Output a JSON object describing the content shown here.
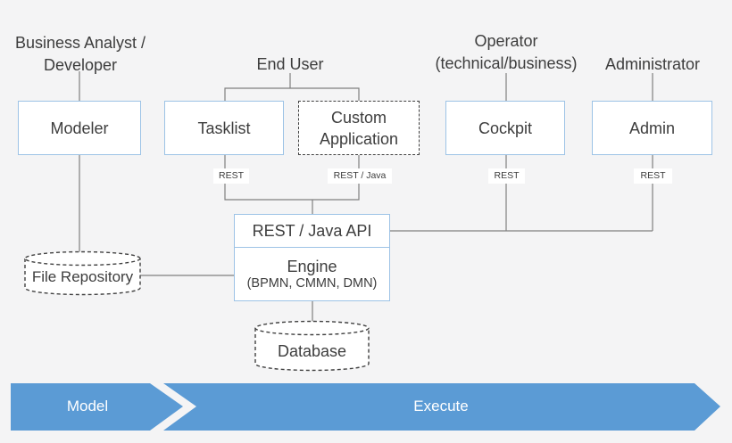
{
  "actors": {
    "business_analyst": "Business Analyst /\nDeveloper",
    "end_user": "End User",
    "operator": "Operator\n(technical/business)",
    "administrator": "Administrator"
  },
  "components": {
    "modeler": "Modeler",
    "tasklist": "Tasklist",
    "custom_application": "Custom\nApplication",
    "cockpit": "Cockpit",
    "admin": "Admin",
    "rest_java_api": "REST / Java API",
    "engine": "Engine",
    "engine_notations": "(BPMN, CMMN, DMN)"
  },
  "datastores": {
    "file_repository": "File Repository",
    "database": "Database"
  },
  "interface_labels": {
    "tasklist": "REST",
    "custom_application": "REST / Java",
    "cockpit": "REST",
    "admin": "REST"
  },
  "phases": {
    "model": "Model",
    "execute": "Execute"
  },
  "colors": {
    "background": "#f4f4f5",
    "box_border": "#9dc3e6",
    "connector_line": "#7f7f7f",
    "dashed_border": "#404040",
    "phase_band": "#5b9bd5",
    "text": "#3d3d3d"
  }
}
